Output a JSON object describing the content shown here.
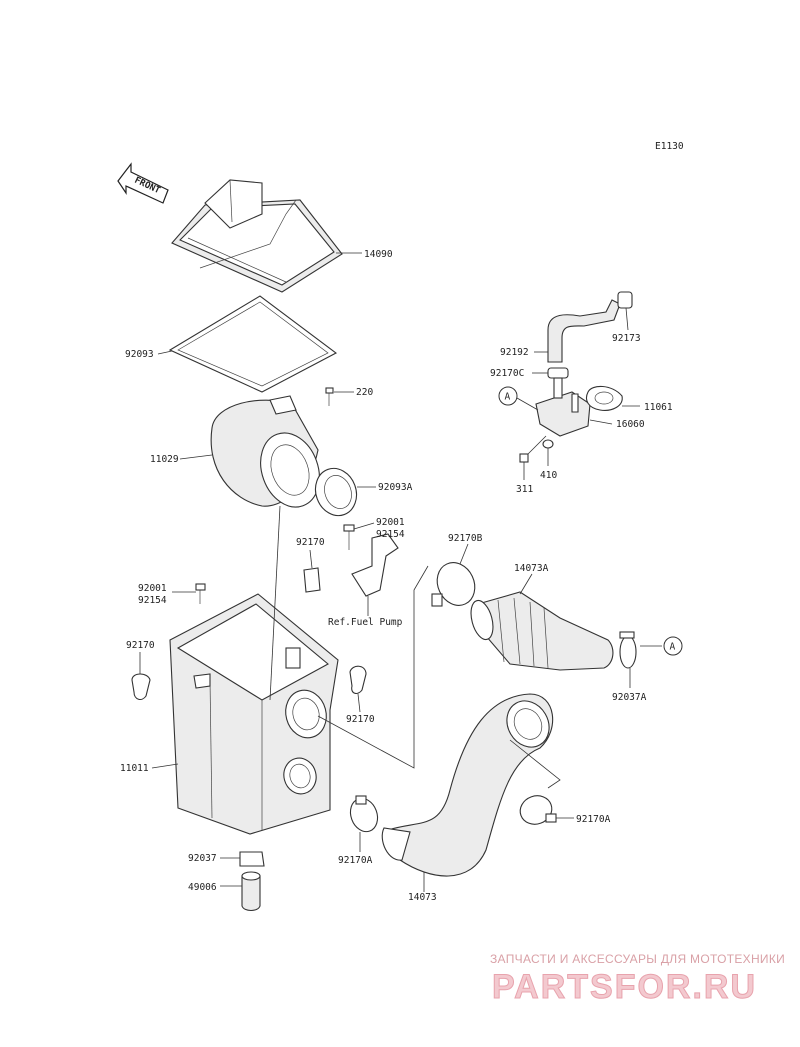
{
  "diagram_code": "E1130",
  "front_label": "FRONT",
  "ref_note": "Ref.Fuel Pump",
  "watermark": {
    "tagline": "ЗАПЧАСТИ И АКСЕССУАРЫ ДЛЯ МОТОТЕХНИКИ",
    "brand": "PARTSFOR.RU"
  },
  "labels": {
    "p14090": "14090",
    "p92093": "92093",
    "p220": "220",
    "p11029": "11029",
    "p92093A": "92093A",
    "p92001_a": "92001",
    "p92154_a": "92154",
    "p92170_a": "92170",
    "p92001_b": "92001",
    "p92154_b": "92154",
    "p92170_b": "92170",
    "p92170_c": "92170",
    "p11011": "11011",
    "p92037": "92037",
    "p49006": "49006",
    "p92170A_a": "92170A",
    "p14073": "14073",
    "p92170A_b": "92170A",
    "p92170B": "92170B",
    "p14073A": "14073A",
    "p92037A": "92037A",
    "p92173": "92173",
    "p92192": "92192",
    "p92170C": "92170C",
    "p11061": "11061",
    "p16060": "16060",
    "p410": "410",
    "p311": "311",
    "callout_a1": "A",
    "callout_a2": "A"
  }
}
